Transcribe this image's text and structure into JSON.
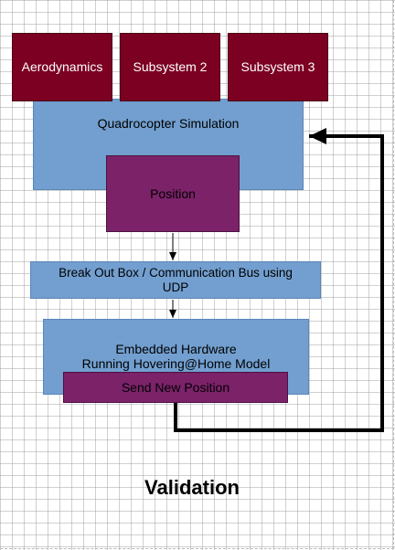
{
  "diagram": {
    "modules": [
      "Aerodynamics",
      "Subsystem 2",
      "Subsystem 3"
    ],
    "simulation_label": "Quadrocopter Simulation",
    "position_label": "Position",
    "bus_label": "Break Out Box / Communication Bus using UDP",
    "hardware_line1": "Embedded Hardware",
    "hardware_line2": "Running Hovering@Home Model",
    "send_label": "Send New Position",
    "title": "Validation"
  },
  "colors": {
    "blue_box": "#729fcf",
    "maroon_box": "#7b0022",
    "purple_box": "#7b2269",
    "arrow": "#000000"
  }
}
